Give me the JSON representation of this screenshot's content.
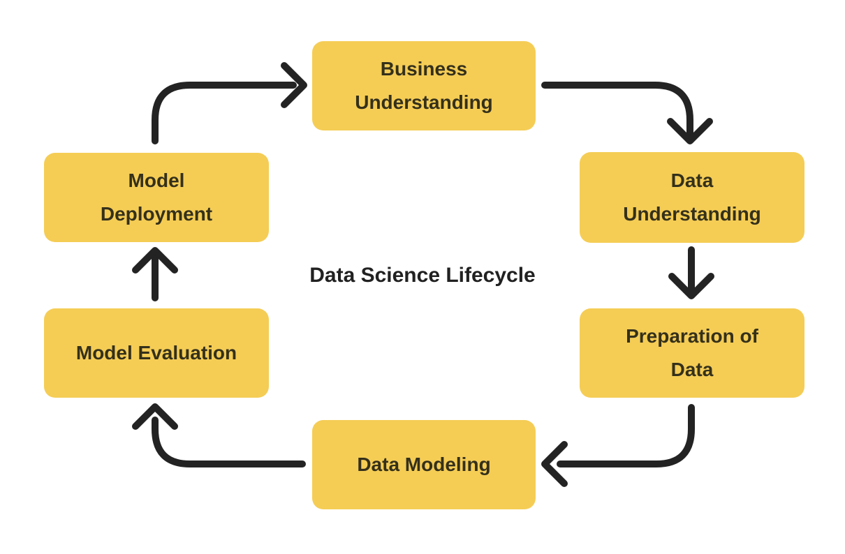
{
  "title": "Data Science Lifecycle",
  "nodes": [
    {
      "id": "business-understanding",
      "label": "Business Understanding",
      "lines": [
        "Business",
        "Understanding"
      ]
    },
    {
      "id": "data-understanding",
      "label": "Data Understanding",
      "lines": [
        "Data",
        "Understanding"
      ]
    },
    {
      "id": "preparation-of-data",
      "label": "Preparation of Data",
      "lines": [
        "Preparation of",
        "Data"
      ]
    },
    {
      "id": "data-modeling",
      "label": "Data Modeling",
      "lines": [
        "Data Modeling"
      ]
    },
    {
      "id": "model-evaluation",
      "label": "Model Evaluation",
      "lines": [
        "Model Evaluation"
      ]
    },
    {
      "id": "model-deployment",
      "label": "Model Deployment",
      "lines": [
        "Model",
        "Deployment"
      ]
    }
  ],
  "edges": [
    {
      "from": "Business Understanding",
      "to": "Data Understanding"
    },
    {
      "from": "Data Understanding",
      "to": "Preparation of Data"
    },
    {
      "from": "Preparation of Data",
      "to": "Data Modeling"
    },
    {
      "from": "Data Modeling",
      "to": "Model Evaluation"
    },
    {
      "from": "Model Evaluation",
      "to": "Model Deployment"
    },
    {
      "from": "Model Deployment",
      "to": "Business Understanding"
    }
  ],
  "colors": {
    "background": "#FFFFFF",
    "node_fill": "#F5CD55",
    "node_text": "#34301B",
    "arrow": "#232323",
    "title_text": "#212121"
  }
}
